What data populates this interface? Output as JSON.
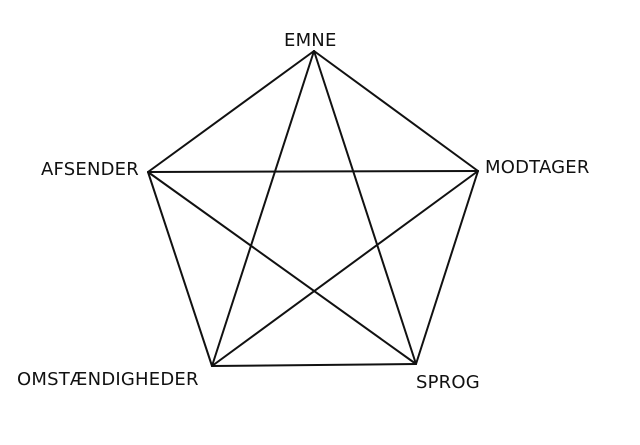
{
  "nodes": [
    {
      "id": "emne",
      "label": "EMNE"
    },
    {
      "id": "modtager",
      "label": "MODTAGER"
    },
    {
      "id": "sprog",
      "label": "SPROG"
    },
    {
      "id": "omstaendigheder",
      "label": "OMSTÆNDIGHEDER"
    },
    {
      "id": "afsender",
      "label": "AFSENDER"
    }
  ],
  "edges": [
    [
      "emne",
      "modtager"
    ],
    [
      "modtager",
      "sprog"
    ],
    [
      "sprog",
      "omstaendigheder"
    ],
    [
      "omstaendigheder",
      "afsender"
    ],
    [
      "afsender",
      "emne"
    ],
    [
      "emne",
      "sprog"
    ],
    [
      "emne",
      "omstaendigheder"
    ],
    [
      "afsender",
      "modtager"
    ],
    [
      "afsender",
      "sprog"
    ],
    [
      "modtager",
      "omstaendigheder"
    ]
  ],
  "colors": {
    "line": "#111111",
    "text": "#111111",
    "background": "#ffffff"
  }
}
